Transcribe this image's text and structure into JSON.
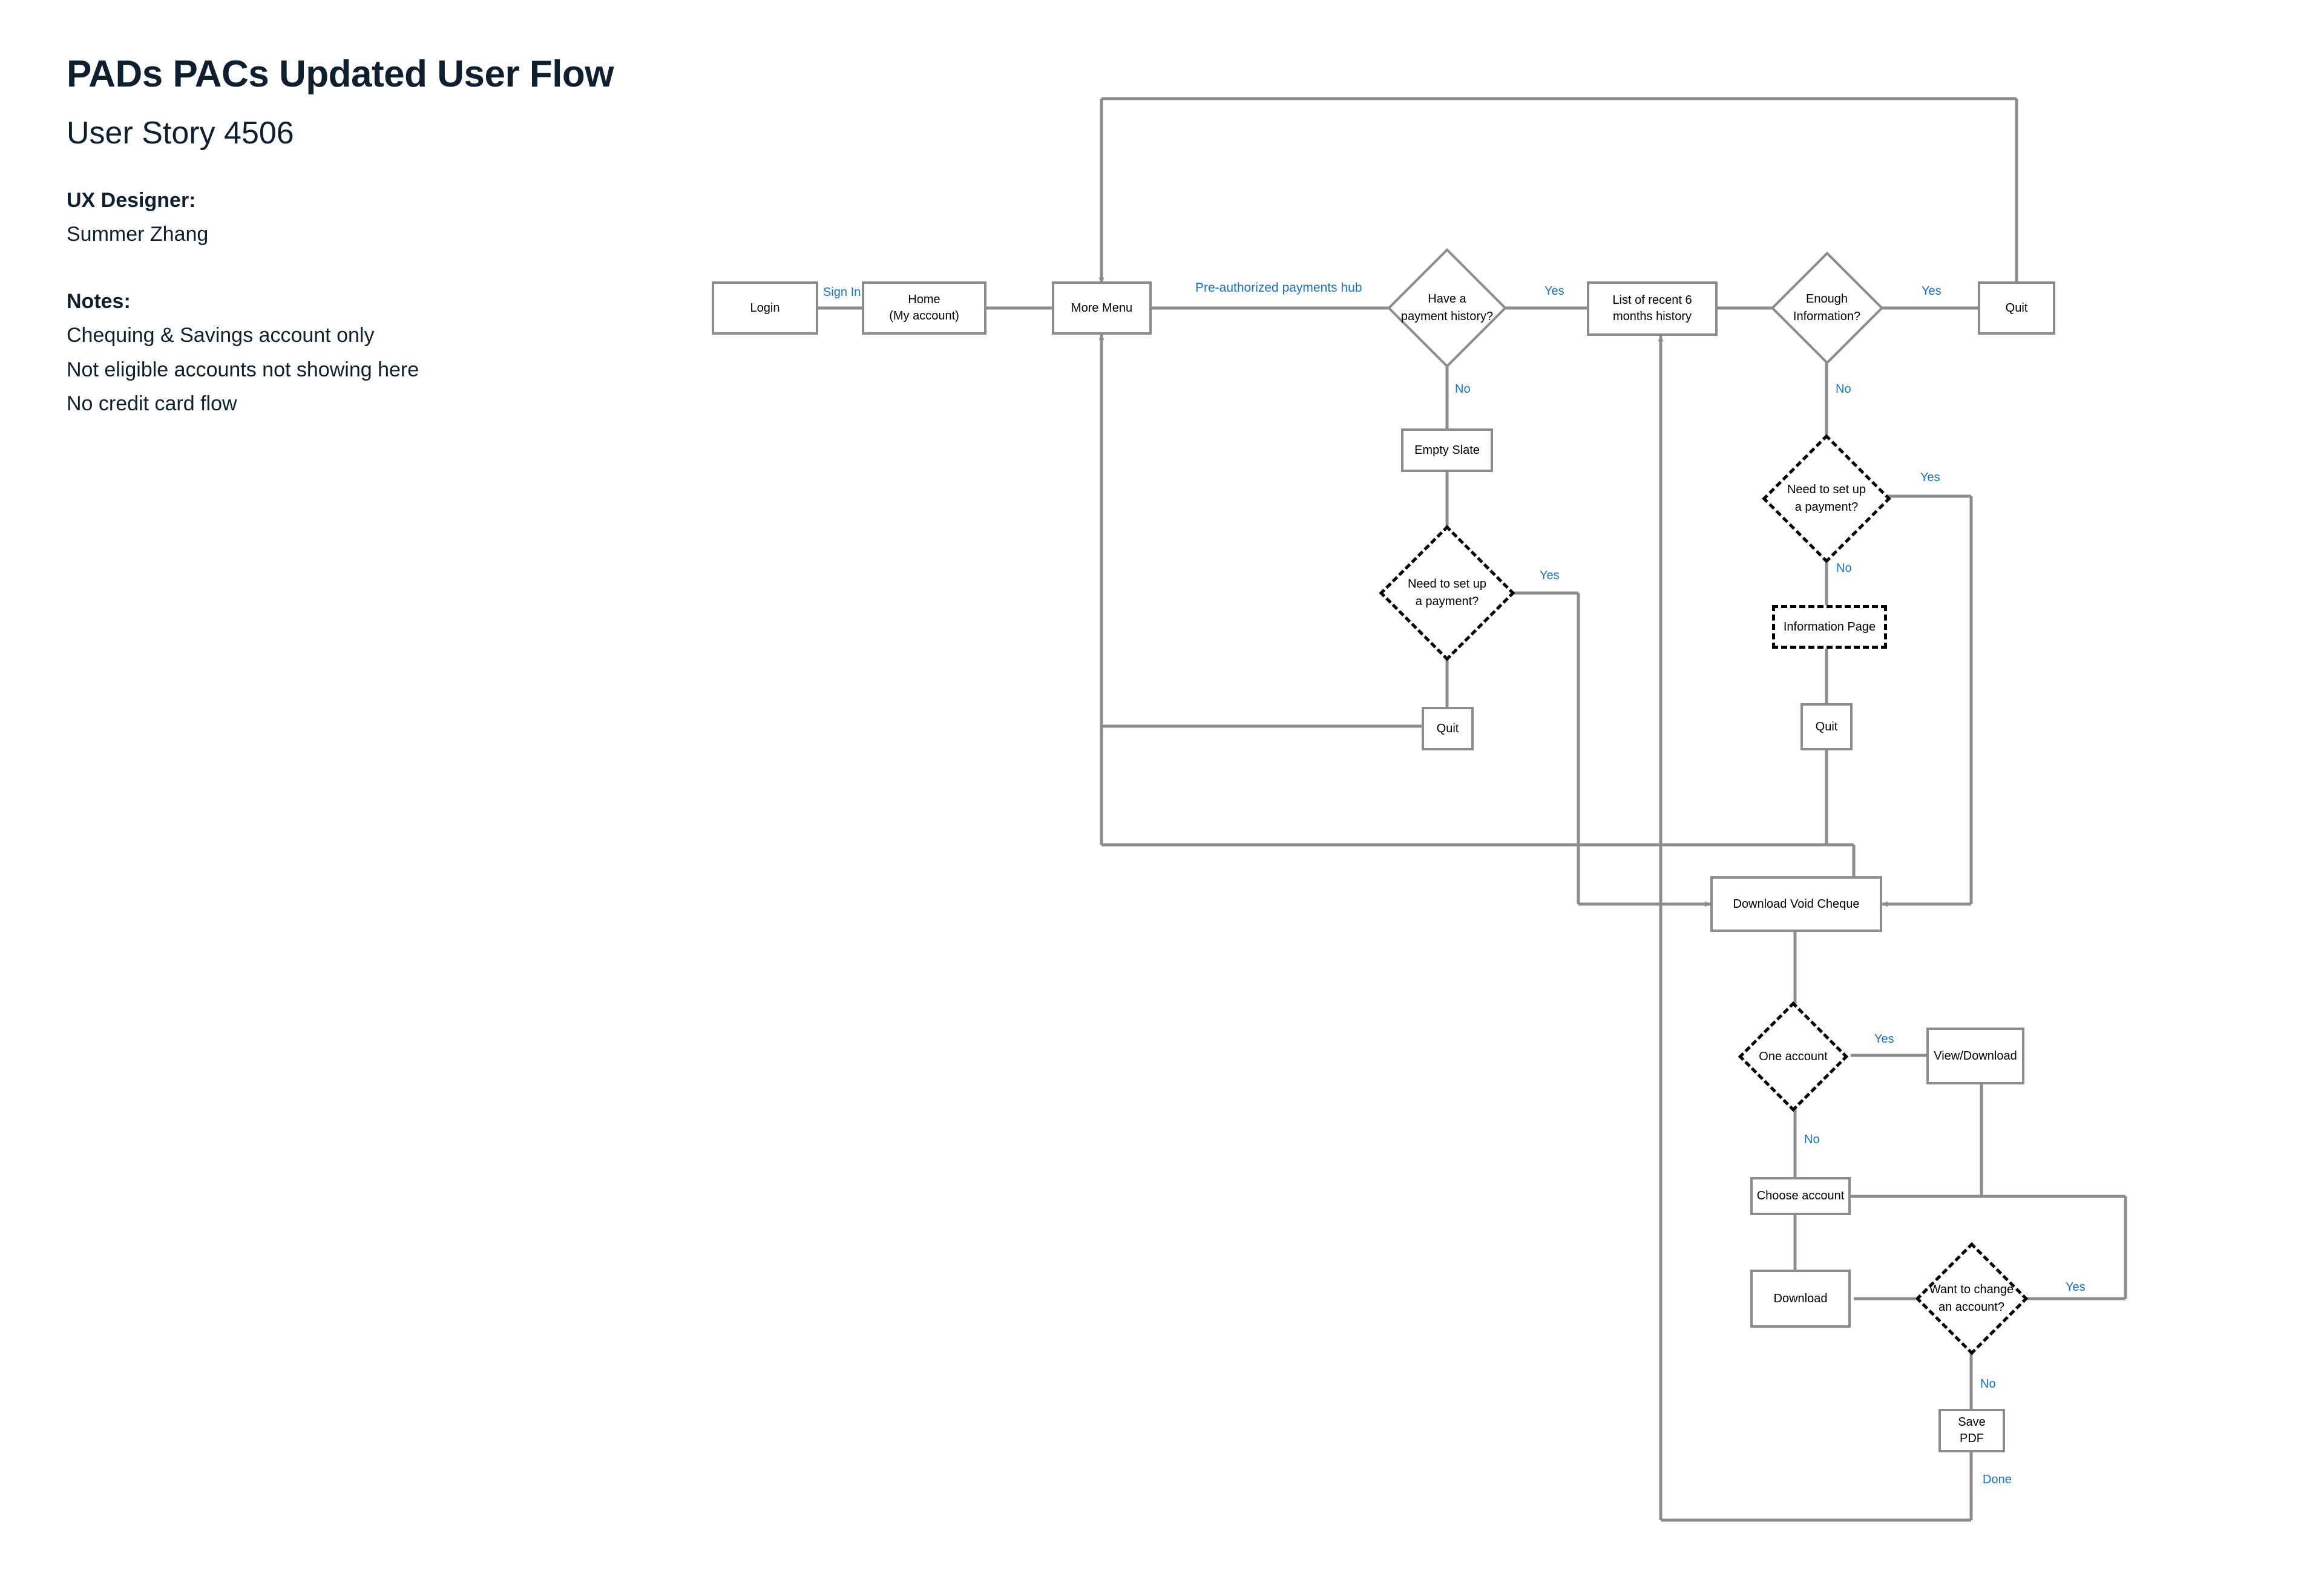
{
  "header": {
    "title": "PADs PACs Updated User Flow",
    "subtitle": "User Story 4506",
    "designer_label": "UX Designer:",
    "designer_name": "Summer Zhang",
    "notes_label": "Notes:",
    "notes": [
      "Chequing & Savings account only",
      "Not eligible accounts not showing here",
      "No credit card flow"
    ]
  },
  "colors": {
    "text": "#0e2030",
    "edge_label": "#1473c6",
    "node_border": "#8c8c8c",
    "dashed_border": "#000000",
    "background": "#ffffff"
  },
  "flow": {
    "nodes": [
      {
        "id": "login",
        "label": "Login",
        "shape": "rect",
        "style": "solid"
      },
      {
        "id": "home",
        "label": "Home\n(My account)",
        "shape": "rect",
        "style": "solid"
      },
      {
        "id": "more_menu",
        "label": "More Menu",
        "shape": "rect",
        "style": "solid"
      },
      {
        "id": "have_history",
        "label": "Have a\npayment history?",
        "shape": "diamond",
        "style": "solid"
      },
      {
        "id": "list_history",
        "label": "List of recent 6\nmonths history",
        "shape": "rect",
        "style": "solid"
      },
      {
        "id": "enough_info",
        "label": "Enough\nInformation?",
        "shape": "diamond",
        "style": "solid"
      },
      {
        "id": "quit_top",
        "label": "Quit",
        "shape": "rect",
        "style": "solid"
      },
      {
        "id": "empty_slate",
        "label": "Empty Slate",
        "shape": "rect",
        "style": "solid"
      },
      {
        "id": "setup_left",
        "label": "Need to set up\na payment?",
        "shape": "diamond",
        "style": "dashed"
      },
      {
        "id": "quit_left",
        "label": "Quit",
        "shape": "rect",
        "style": "solid"
      },
      {
        "id": "setup_right",
        "label": "Need to set up\na payment?",
        "shape": "diamond",
        "style": "dashed"
      },
      {
        "id": "info_page",
        "label": "Information Page",
        "shape": "rect",
        "style": "dashed"
      },
      {
        "id": "quit_right",
        "label": "Quit",
        "shape": "rect",
        "style": "solid"
      },
      {
        "id": "download_void",
        "label": "Download Void Cheque",
        "shape": "rect",
        "style": "solid"
      },
      {
        "id": "one_account",
        "label": "One account",
        "shape": "diamond",
        "style": "dashed"
      },
      {
        "id": "view_download",
        "label": "View/Download",
        "shape": "rect",
        "style": "solid"
      },
      {
        "id": "choose_account",
        "label": "Choose account",
        "shape": "rect",
        "style": "solid"
      },
      {
        "id": "download",
        "label": "Download",
        "shape": "rect",
        "style": "solid"
      },
      {
        "id": "want_change",
        "label": "Want to change\nan account?",
        "shape": "diamond",
        "style": "dashed"
      },
      {
        "id": "save_pdf",
        "label": "Save PDF",
        "shape": "rect",
        "style": "solid"
      }
    ],
    "edge_labels": [
      {
        "id": "sign_in",
        "text": "Sign In"
      },
      {
        "id": "pah_hub",
        "text": "Pre-authorized payments hub"
      },
      {
        "id": "history_yes",
        "text": "Yes"
      },
      {
        "id": "history_no",
        "text": "No"
      },
      {
        "id": "enough_yes",
        "text": "Yes"
      },
      {
        "id": "enough_no",
        "text": "No"
      },
      {
        "id": "setup_left_yes",
        "text": "Yes"
      },
      {
        "id": "setup_right_yes",
        "text": "Yes"
      },
      {
        "id": "setup_right_no",
        "text": "No"
      },
      {
        "id": "one_account_yes",
        "text": "Yes"
      },
      {
        "id": "one_account_no",
        "text": "No"
      },
      {
        "id": "change_yes",
        "text": "Yes"
      },
      {
        "id": "change_no",
        "text": "No"
      },
      {
        "id": "done",
        "text": "Done"
      }
    ]
  }
}
